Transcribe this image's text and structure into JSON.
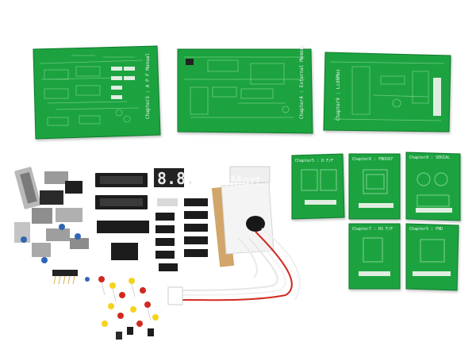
{
  "boards": {
    "board1_label": "Chapter3 : A P F Manual",
    "board2_label": "Chapter4 : External Memory",
    "board3_label": "Chapter9 : Lcd6Mos",
    "small1_label": "Chapter5 : D F/F",
    "small2_label": "Chapter6 : FND507",
    "small3_label": "Chapter8 : SERIAL",
    "small4_label": "Chapter7 : RS F/F",
    "small5_label": "Chapter5 : FND"
  },
  "display": {
    "digits": "8.8."
  },
  "watermark": {
    "text": "DeviceMart"
  },
  "colors": {
    "pcb": "#1aa33f",
    "pcb_dark": "#12812f",
    "silk": "#e8f5e8",
    "ic": "#1c1c1c",
    "cable_red": "#d1291f",
    "cable_white": "#f2f2f2"
  }
}
